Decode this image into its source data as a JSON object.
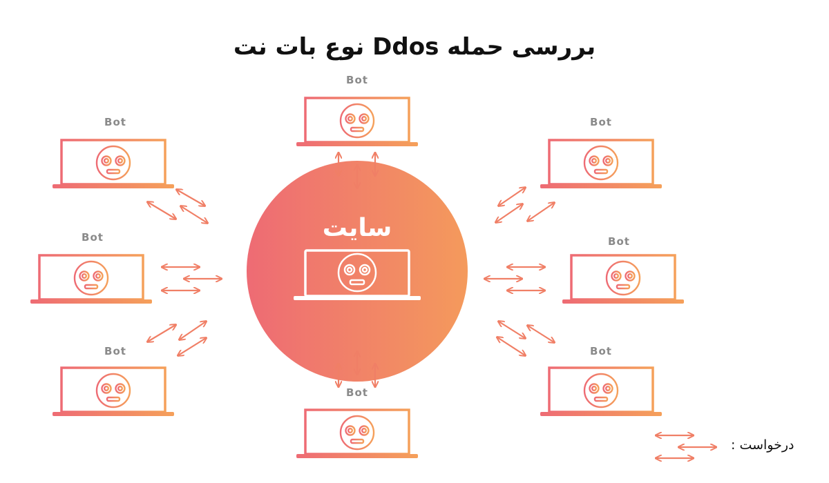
{
  "title": "بررسی حمله Ddos نوع بات نت",
  "center": {
    "label": "سایت"
  },
  "bots": [
    {
      "label": "Bot"
    },
    {
      "label": "Bot"
    },
    {
      "label": "Bot"
    },
    {
      "label": "Bot"
    },
    {
      "label": "Bot"
    },
    {
      "label": "Bot"
    },
    {
      "label": "Bot"
    },
    {
      "label": "Bot"
    }
  ],
  "legend": {
    "label": "درخواست :"
  },
  "colors": {
    "gradient_start": "#ee6b74",
    "gradient_end": "#f5a05a",
    "bot_text": "#8a8a8a"
  },
  "icons": {
    "device": "laptop-icon",
    "bot_face": "robot-face-icon",
    "request": "bidirectional-arrow-icon"
  }
}
